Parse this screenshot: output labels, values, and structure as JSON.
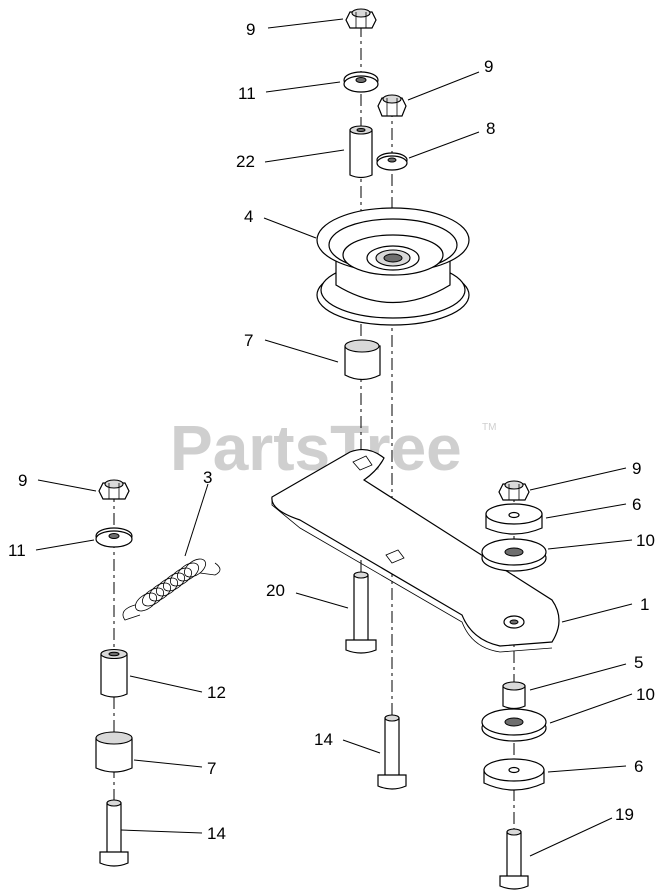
{
  "watermark": {
    "text": "PartsTree",
    "mark": "TM"
  },
  "callouts": {
    "c9_top": "9",
    "c11_top": "11",
    "c9_mid": "9",
    "c8": "8",
    "c22": "22",
    "c4": "4",
    "c7_upper": "7",
    "c3": "3",
    "c9_left": "9",
    "c11_left": "11",
    "c20": "20",
    "c12": "12",
    "c7_lower": "7",
    "c14_left": "14",
    "c14_mid": "14",
    "c9_right": "9",
    "c6_upper": "6",
    "c10_upper": "10",
    "c1": "1",
    "c5": "5",
    "c10_lower": "10",
    "c6_lower": "6",
    "c19": "19"
  }
}
